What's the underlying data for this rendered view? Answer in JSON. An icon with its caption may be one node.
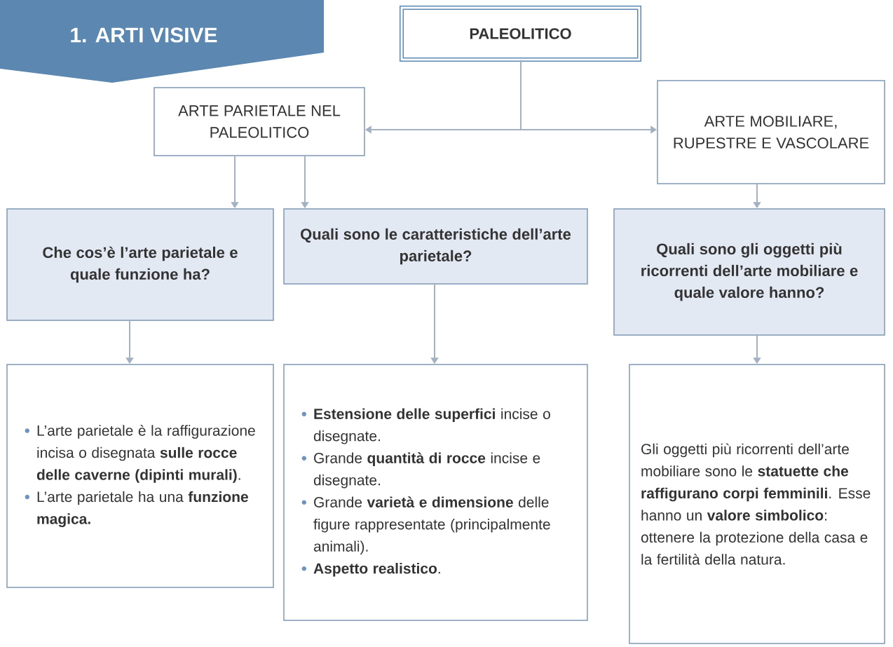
{
  "diagram": {
    "nodes": [
      {
        "text": [
          "1. ARTI VISIVE"
        ]
      },
      {
        "text": [
          "PALEOLITICO"
        ]
      },
      {
        "text": [
          "ARTE PARIETALE NEL PALEOLITICO"
        ]
      },
      {
        "text": [
          "ARTE MOBILIARE, RUPESTRE E VASCOLARE"
        ]
      },
      {
        "text": [
          "Che cos’è l’arte parietale e quale funzione ha?"
        ]
      },
      {
        "text": [
          "Quali sono le caratteristiche dell’arte parietale?"
        ]
      },
      {
        "text": [
          "Quali sono gli oggetti più ricorrenti dell’arte mobiliare e quale valore hanno?"
        ]
      },
      {
        "text": [
          "L’arte parietale è la raffigurazione incisa o disegnata **sulle rocce delle caverne (dipinti murali)**.",
          "L’arte parietale ha una **funzione magica.**"
        ]
      },
      {
        "text": [
          "**Estensione delle superfici** incise o disegnate.",
          "Grande **quantità di rocce** incise e disegnate.",
          "Grande **varietà e dimensione** delle figure rappresentate (principalmente animali).",
          "**Aspetto realistico**."
        ]
      },
      {
        "text": [
          "Gli oggetti più ricorrenti dell’arte mobiliare sono le **statuette che raffigurano corpi femminili**. Esse hanno un **valore simbolico**: ottenere la protezione della casa e la fertilità della natura."
        ]
      }
    ],
    "edges": [
      {
        "from": 1,
        "to": 2,
        "arrow": "to"
      },
      {
        "from": 1,
        "to": 3,
        "arrow": "to"
      },
      {
        "from": 2,
        "to": 4,
        "arrow": "to"
      },
      {
        "from": 2,
        "to": 5,
        "arrow": "to"
      },
      {
        "from": 3,
        "to": 6,
        "arrow": "to"
      },
      {
        "from": 4,
        "to": 7,
        "arrow": "to"
      },
      {
        "from": 5,
        "to": 8,
        "arrow": "to"
      },
      {
        "from": 6,
        "to": 9,
        "arrow": "to"
      }
    ]
  }
}
